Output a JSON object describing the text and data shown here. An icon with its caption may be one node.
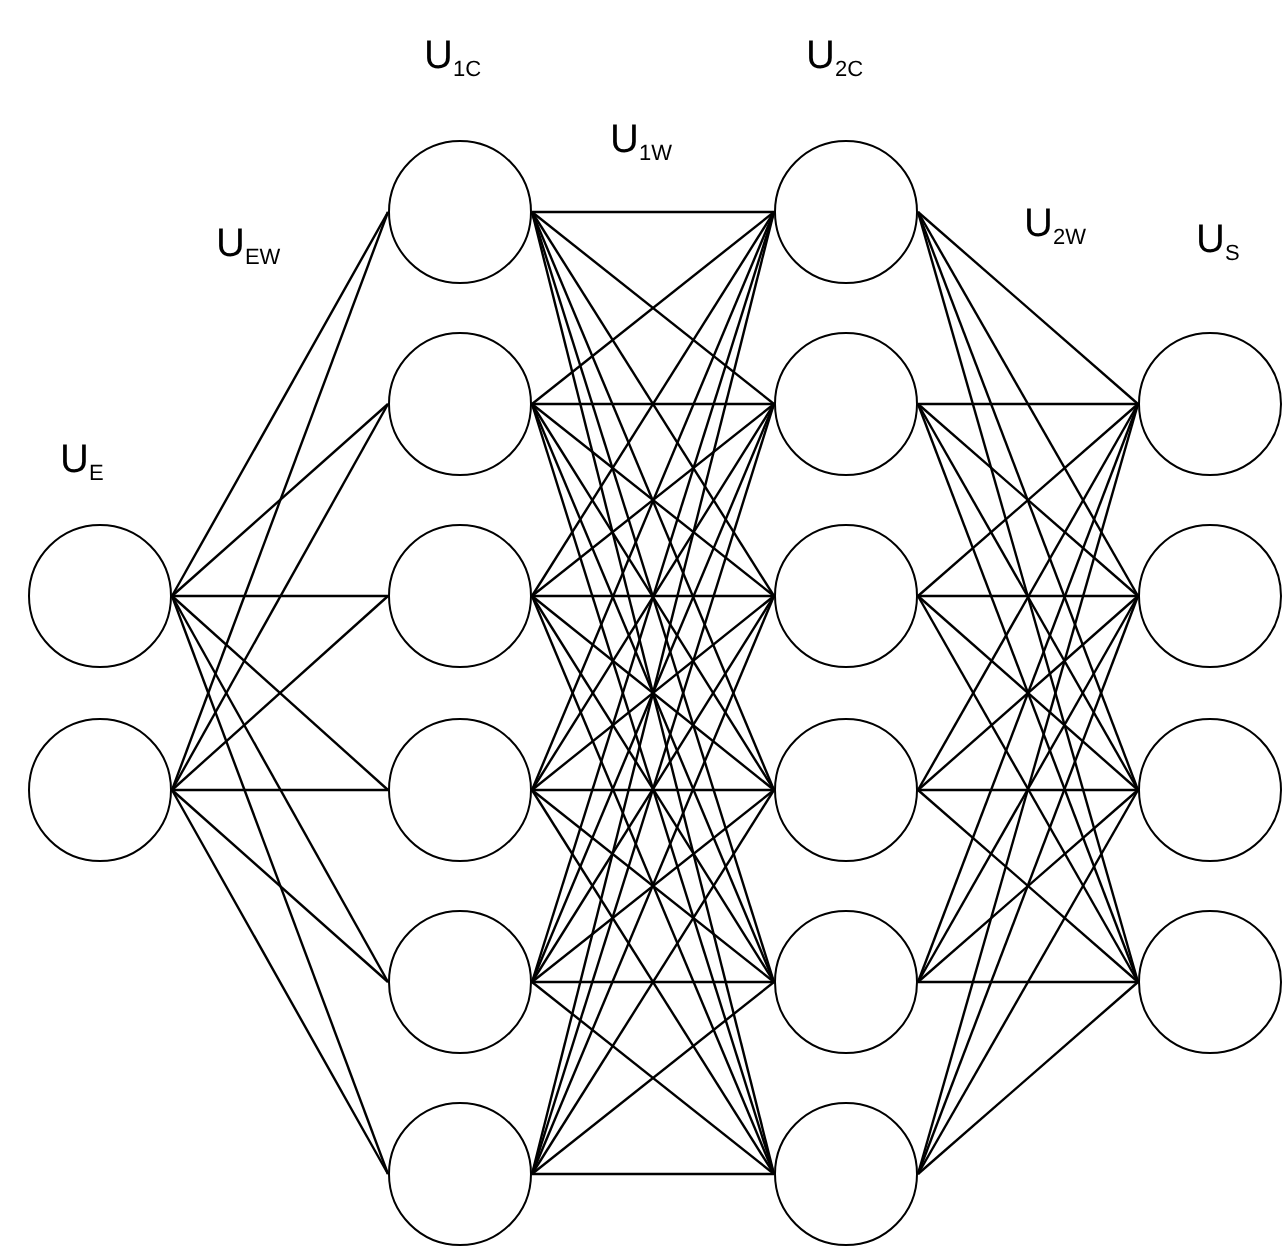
{
  "diagram": {
    "nodes": [
      {
        "text": [],
        "shape": "circle"
      },
      {
        "text": [],
        "shape": "circle"
      },
      {
        "text": [],
        "shape": "circle"
      },
      {
        "text": [],
        "shape": "circle"
      },
      {
        "text": [],
        "shape": "circle"
      },
      {
        "text": [],
        "shape": "circle"
      },
      {
        "text": [],
        "shape": "circle"
      },
      {
        "text": [],
        "shape": "circle"
      },
      {
        "text": [],
        "shape": "circle"
      },
      {
        "text": [],
        "shape": "circle"
      },
      {
        "text": [],
        "shape": "circle"
      },
      {
        "text": [],
        "shape": "circle"
      },
      {
        "text": [],
        "shape": "circle"
      },
      {
        "text": [],
        "shape": "circle"
      },
      {
        "text": [],
        "shape": "circle"
      },
      {
        "text": [],
        "shape": "circle"
      },
      {
        "text": [],
        "shape": "circle"
      },
      {
        "text": [],
        "shape": "circle"
      }
    ],
    "edges": [
      {
        "from": 0,
        "to": 2,
        "arrow": "none"
      },
      {
        "from": 0,
        "to": 3,
        "arrow": "none"
      },
      {
        "from": 0,
        "to": 4,
        "arrow": "none"
      },
      {
        "from": 0,
        "to": 5,
        "arrow": "none"
      },
      {
        "from": 0,
        "to": 6,
        "arrow": "none"
      },
      {
        "from": 0,
        "to": 7,
        "arrow": "none"
      },
      {
        "from": 1,
        "to": 2,
        "arrow": "none"
      },
      {
        "from": 1,
        "to": 3,
        "arrow": "none"
      },
      {
        "from": 1,
        "to": 4,
        "arrow": "none"
      },
      {
        "from": 1,
        "to": 5,
        "arrow": "none"
      },
      {
        "from": 1,
        "to": 6,
        "arrow": "none"
      },
      {
        "from": 1,
        "to": 7,
        "arrow": "none"
      },
      {
        "from": 2,
        "to": 8,
        "arrow": "none"
      },
      {
        "from": 2,
        "to": 9,
        "arrow": "none"
      },
      {
        "from": 2,
        "to": 10,
        "arrow": "none"
      },
      {
        "from": 2,
        "to": 11,
        "arrow": "none"
      },
      {
        "from": 2,
        "to": 12,
        "arrow": "none"
      },
      {
        "from": 2,
        "to": 13,
        "arrow": "none"
      },
      {
        "from": 3,
        "to": 8,
        "arrow": "none"
      },
      {
        "from": 3,
        "to": 9,
        "arrow": "none"
      },
      {
        "from": 3,
        "to": 10,
        "arrow": "none"
      },
      {
        "from": 3,
        "to": 11,
        "arrow": "none"
      },
      {
        "from": 3,
        "to": 12,
        "arrow": "none"
      },
      {
        "from": 3,
        "to": 13,
        "arrow": "none"
      },
      {
        "from": 4,
        "to": 8,
        "arrow": "none"
      },
      {
        "from": 4,
        "to": 9,
        "arrow": "none"
      },
      {
        "from": 4,
        "to": 10,
        "arrow": "none"
      },
      {
        "from": 4,
        "to": 11,
        "arrow": "none"
      },
      {
        "from": 4,
        "to": 12,
        "arrow": "none"
      },
      {
        "from": 4,
        "to": 13,
        "arrow": "none"
      },
      {
        "from": 5,
        "to": 8,
        "arrow": "none"
      },
      {
        "from": 5,
        "to": 9,
        "arrow": "none"
      },
      {
        "from": 5,
        "to": 10,
        "arrow": "none"
      },
      {
        "from": 5,
        "to": 11,
        "arrow": "none"
      },
      {
        "from": 5,
        "to": 12,
        "arrow": "none"
      },
      {
        "from": 5,
        "to": 13,
        "arrow": "none"
      },
      {
        "from": 6,
        "to": 8,
        "arrow": "none"
      },
      {
        "from": 6,
        "to": 9,
        "arrow": "none"
      },
      {
        "from": 6,
        "to": 10,
        "arrow": "none"
      },
      {
        "from": 6,
        "to": 11,
        "arrow": "none"
      },
      {
        "from": 6,
        "to": 12,
        "arrow": "none"
      },
      {
        "from": 6,
        "to": 13,
        "arrow": "none"
      },
      {
        "from": 7,
        "to": 8,
        "arrow": "none"
      },
      {
        "from": 7,
        "to": 9,
        "arrow": "none"
      },
      {
        "from": 7,
        "to": 10,
        "arrow": "none"
      },
      {
        "from": 7,
        "to": 11,
        "arrow": "none"
      },
      {
        "from": 7,
        "to": 12,
        "arrow": "none"
      },
      {
        "from": 7,
        "to": 13,
        "arrow": "none"
      },
      {
        "from": 8,
        "to": 14,
        "arrow": "none"
      },
      {
        "from": 8,
        "to": 15,
        "arrow": "none"
      },
      {
        "from": 8,
        "to": 16,
        "arrow": "none"
      },
      {
        "from": 8,
        "to": 17,
        "arrow": "none"
      },
      {
        "from": 9,
        "to": 14,
        "arrow": "none"
      },
      {
        "from": 9,
        "to": 15,
        "arrow": "none"
      },
      {
        "from": 9,
        "to": 16,
        "arrow": "none"
      },
      {
        "from": 9,
        "to": 17,
        "arrow": "none"
      },
      {
        "from": 10,
        "to": 14,
        "arrow": "none"
      },
      {
        "from": 10,
        "to": 15,
        "arrow": "none"
      },
      {
        "from": 10,
        "to": 16,
        "arrow": "none"
      },
      {
        "from": 10,
        "to": 17,
        "arrow": "none"
      },
      {
        "from": 11,
        "to": 14,
        "arrow": "none"
      },
      {
        "from": 11,
        "to": 15,
        "arrow": "none"
      },
      {
        "from": 11,
        "to": 16,
        "arrow": "none"
      },
      {
        "from": 11,
        "to": 17,
        "arrow": "none"
      },
      {
        "from": 12,
        "to": 14,
        "arrow": "none"
      },
      {
        "from": 12,
        "to": 15,
        "arrow": "none"
      },
      {
        "from": 12,
        "to": 16,
        "arrow": "none"
      },
      {
        "from": 12,
        "to": 17,
        "arrow": "none"
      },
      {
        "from": 13,
        "to": 14,
        "arrow": "none"
      },
      {
        "from": 13,
        "to": 15,
        "arrow": "none"
      },
      {
        "from": 13,
        "to": 16,
        "arrow": "none"
      },
      {
        "from": 13,
        "to": 17,
        "arrow": "none"
      }
    ],
    "labels": [
      "U$_{1C}$",
      "U$_{2C}$",
      "U$_{1W}$",
      "U$_{EW}$",
      "U$_{2W}$",
      "U$_{S}$",
      "U$_{E}$"
    ]
  }
}
